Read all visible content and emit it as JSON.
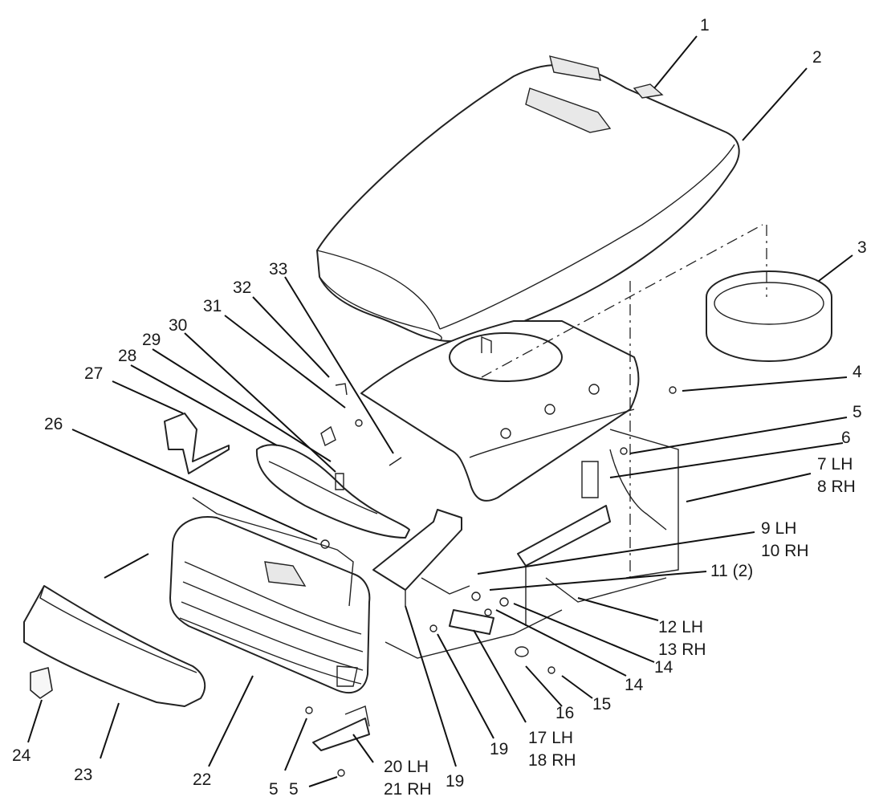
{
  "diagram": {
    "callouts": [
      {
        "id": "c1",
        "lines": [
          "1"
        ]
      },
      {
        "id": "c2",
        "lines": [
          "2"
        ]
      },
      {
        "id": "c3",
        "lines": [
          "3"
        ]
      },
      {
        "id": "c4",
        "lines": [
          "4"
        ]
      },
      {
        "id": "c5a",
        "lines": [
          "5"
        ]
      },
      {
        "id": "c6",
        "lines": [
          "6"
        ]
      },
      {
        "id": "c7",
        "lines": [
          "7 LH",
          "8 RH"
        ]
      },
      {
        "id": "c9",
        "lines": [
          "9 LH",
          "10 RH"
        ]
      },
      {
        "id": "c11",
        "lines": [
          "11 (2)"
        ]
      },
      {
        "id": "c12",
        "lines": [
          "12 LH",
          "13 RH"
        ]
      },
      {
        "id": "c14a",
        "lines": [
          "14"
        ]
      },
      {
        "id": "c14b",
        "lines": [
          "14"
        ]
      },
      {
        "id": "c15",
        "lines": [
          "15"
        ]
      },
      {
        "id": "c16",
        "lines": [
          "16"
        ]
      },
      {
        "id": "c17",
        "lines": [
          "17 LH",
          "18 RH"
        ]
      },
      {
        "id": "c19a",
        "lines": [
          "19"
        ]
      },
      {
        "id": "c19b",
        "lines": [
          "19"
        ]
      },
      {
        "id": "c20",
        "lines": [
          "20 LH",
          "21 RH"
        ]
      },
      {
        "id": "c5b",
        "lines": [
          "5"
        ]
      },
      {
        "id": "c5c",
        "lines": [
          "5"
        ]
      },
      {
        "id": "c22",
        "lines": [
          "22"
        ]
      },
      {
        "id": "c23",
        "lines": [
          "23"
        ]
      },
      {
        "id": "c24",
        "lines": [
          "24"
        ]
      },
      {
        "id": "c26",
        "lines": [
          "26"
        ]
      },
      {
        "id": "c27",
        "lines": [
          "27"
        ]
      },
      {
        "id": "c28",
        "lines": [
          "28"
        ]
      },
      {
        "id": "c29",
        "lines": [
          "29"
        ]
      },
      {
        "id": "c30",
        "lines": [
          "30"
        ]
      },
      {
        "id": "c31",
        "lines": [
          "31"
        ]
      },
      {
        "id": "c32",
        "lines": [
          "32"
        ]
      },
      {
        "id": "c33",
        "lines": [
          "33"
        ]
      }
    ]
  }
}
